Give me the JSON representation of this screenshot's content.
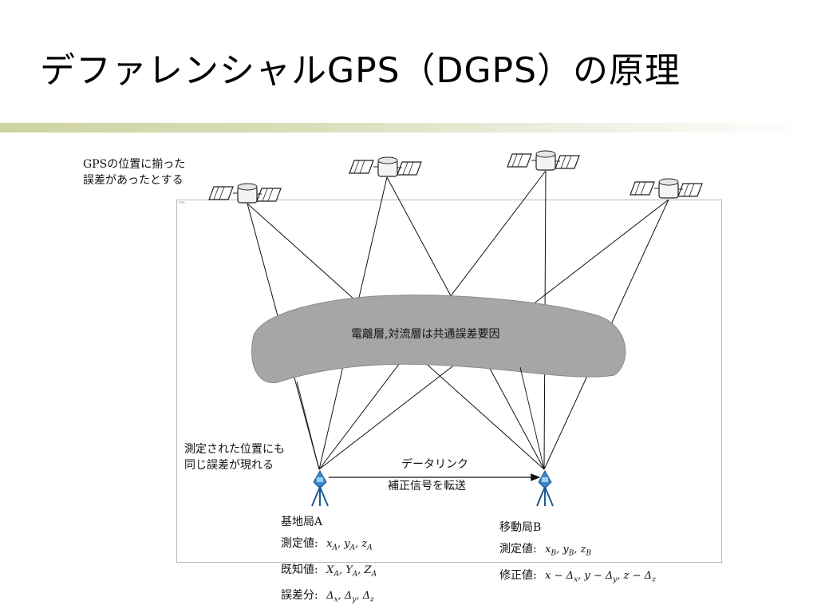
{
  "title": "デファレンシャルGPS（DGPS）の原理",
  "notes": {
    "gps_error": [
      "GPSの位置に揃った",
      "誤差があったとする"
    ],
    "measured_error": [
      "測定された位置にも",
      "同じ誤差が現れる"
    ],
    "frame_caption": "ﾃｷｽﾄ"
  },
  "ionosphere": {
    "label": "電離層,対流層は共通誤差要因"
  },
  "link": {
    "top": "データリンク",
    "bottom": "補正信号を転送"
  },
  "station_a": {
    "name": "基地局A",
    "rows": [
      {
        "label": "測定値:",
        "math": "x_A, y_A, z_A"
      },
      {
        "label": "既知値:",
        "math": "X_A, Y_A, Z_A"
      },
      {
        "label": "誤差分:",
        "math": "Δ_x, Δ_y, Δ_z"
      }
    ]
  },
  "station_b": {
    "name": "移動局B",
    "rows": [
      {
        "label": "測定値:",
        "math": "x_B, y_B, z_B"
      },
      {
        "label": "修正値:",
        "math": "x − Δ_x, y − Δ_y, z − Δ_z"
      }
    ]
  },
  "colors": {
    "cloud": "#a6a6a6",
    "antenna": "#3d86c6",
    "accent_bar": "#cfd3a1"
  },
  "icons": [
    "satellite-icon",
    "antenna-icon",
    "arrow-icon"
  ]
}
